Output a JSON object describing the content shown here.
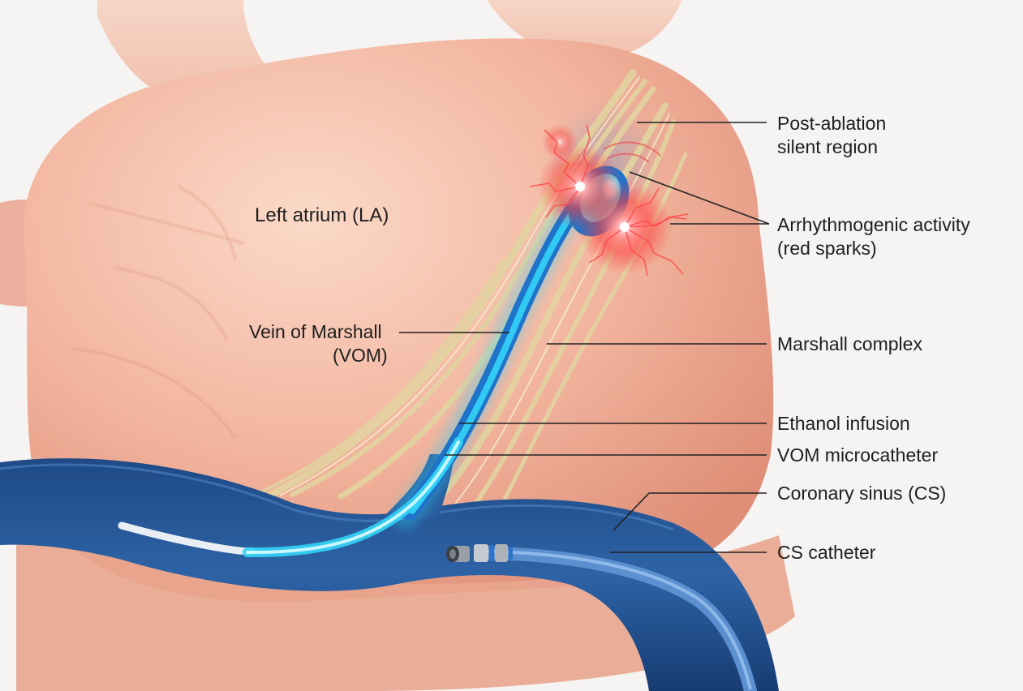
{
  "labels": {
    "left_atrium": "Left atrium (LA)",
    "vom_line1": "Vein of Marshall",
    "vom_line2": "(VOM)",
    "post_ablation_line1": "Post-ablation",
    "post_ablation_line2": "silent region",
    "arrhythmogenic_line1": "Arrhythmogenic activity",
    "arrhythmogenic_line2": "(red sparks)",
    "marshall_complex": "Marshall complex",
    "ethanol_infusion": "Ethanol infusion",
    "vom_microcatheter": "VOM microcatheter",
    "coronary_sinus": "Coronary sinus (CS)",
    "cs_catheter": "CS catheter"
  },
  "colors": {
    "atrium_tissue": "#f2b59f",
    "coronary_sinus": "#25538f",
    "vom_glow": "#33d4f7",
    "marshall_fibers": "#e3d3a0",
    "sparks": "#ff3535",
    "leader_lines": "#222222"
  }
}
